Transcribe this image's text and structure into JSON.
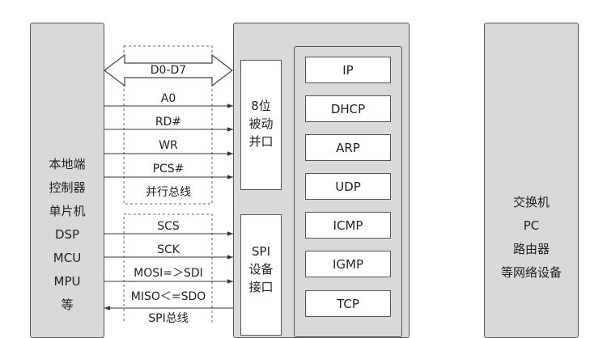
{
  "left_block": {
    "lines": [
      "本地端",
      "控制器",
      "单片机",
      "DSP",
      "MCU",
      "MPU",
      "等"
    ]
  },
  "right_block": {
    "lines": [
      "交换机",
      "PC",
      "路由器",
      "等网络设备"
    ]
  },
  "parallel_bus": {
    "data_label": "D0-D7",
    "signals": [
      "A0",
      "RD#",
      "WR",
      "PCS#"
    ],
    "bus_label": "并行总线",
    "interface_lines": [
      "8位",
      "被动",
      "并口"
    ]
  },
  "spi_bus": {
    "signals": [
      "SCS",
      "SCK",
      "MOSI=＞SDI",
      "MISO＜=SDO"
    ],
    "bus_label": "SPI总线",
    "interface_lines": [
      "SPI",
      "设备",
      "接口"
    ]
  },
  "protocols": [
    "IP",
    "DHCP",
    "ARP",
    "UDP",
    "ICMP",
    "IGMP",
    "TCP"
  ]
}
